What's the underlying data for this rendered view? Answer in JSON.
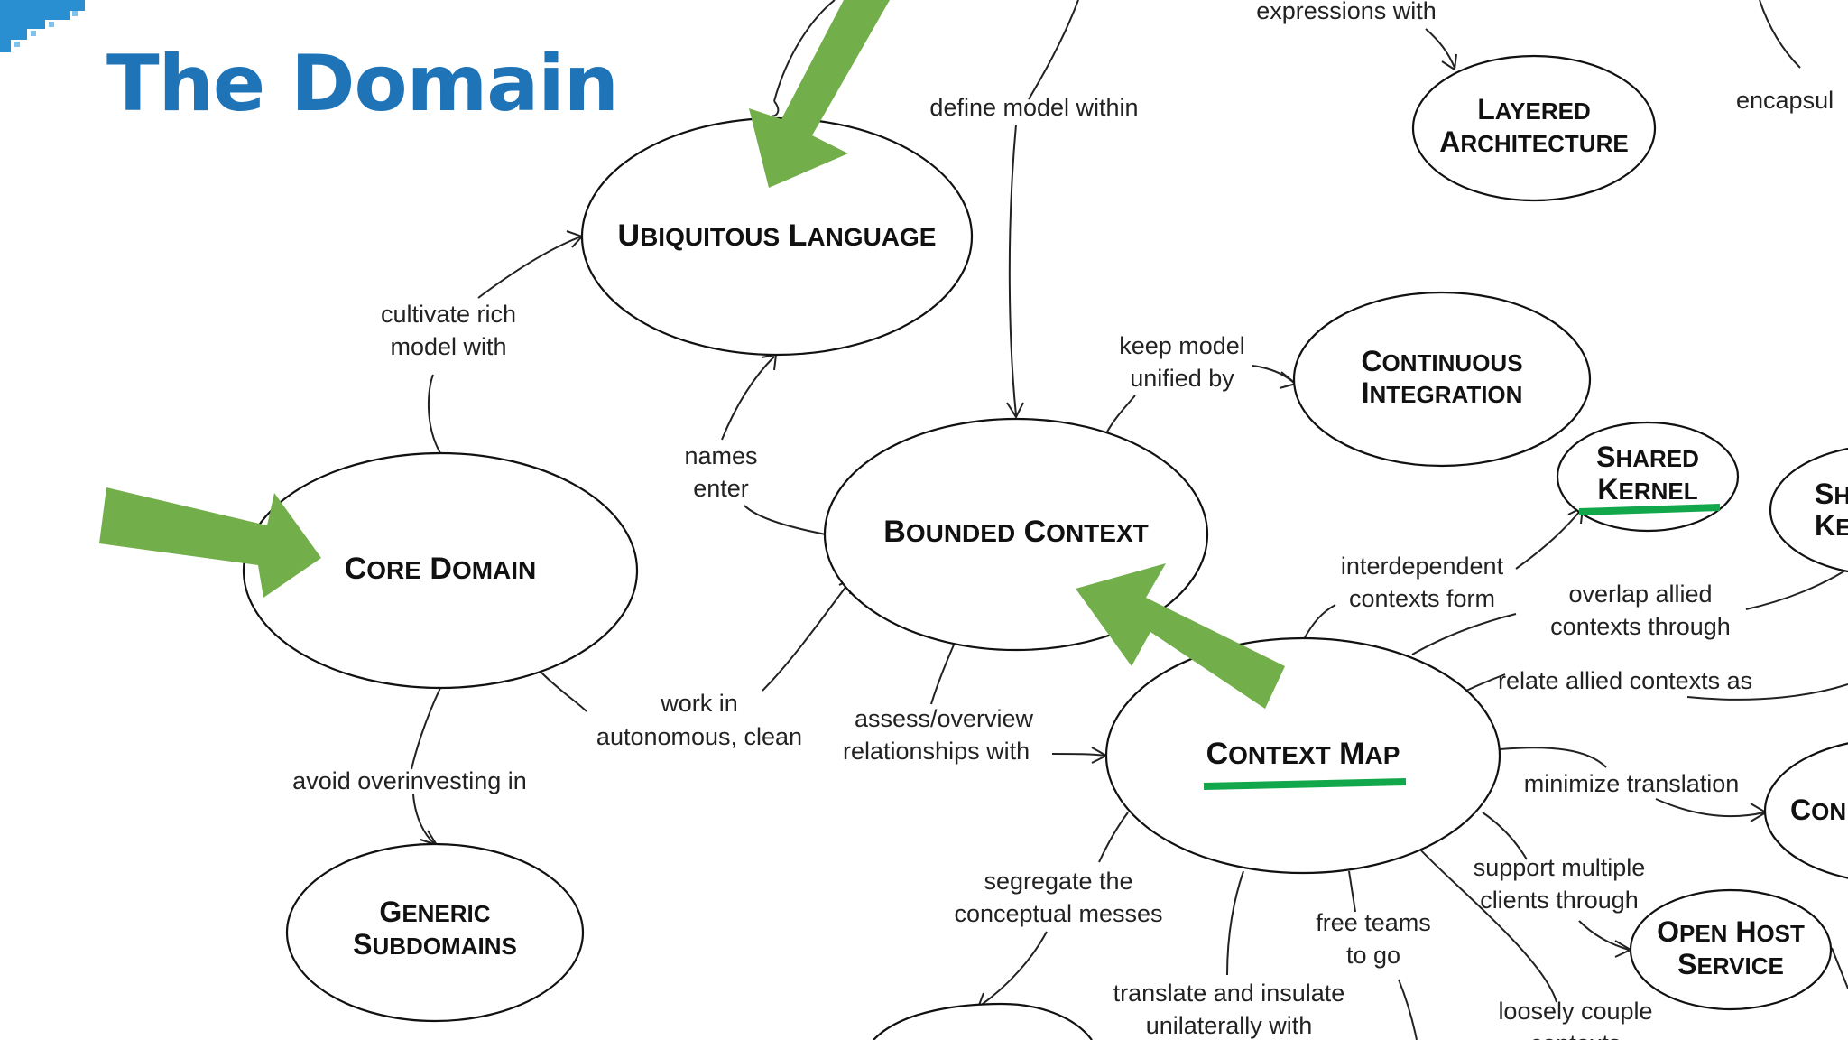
{
  "slide": {
    "title": "The Domain"
  },
  "nodes": {
    "ubiquitous_language": {
      "line1": "Ubiquitous Language"
    },
    "core_domain": {
      "line1": "Core Domain"
    },
    "generic_subdomains": {
      "line1": "Generic",
      "line2": "Subdomains"
    },
    "bounded_context": {
      "line1": "Bounded Context"
    },
    "continuous_integration": {
      "line1": "Continuous",
      "line2": "Integration"
    },
    "layered_architecture": {
      "line1": "Layered",
      "line2": "Architecture"
    },
    "context_map": {
      "line1": "Context Map"
    },
    "shared_kernel": {
      "line1": "Shared",
      "line2": "Kernel"
    },
    "open_host_service": {
      "line1": "Open Host",
      "line2": "Service"
    },
    "partial_shared_kernel": {
      "line1": "Sh",
      "line2": "Ke"
    },
    "partial_conformist": {
      "line1": "Con"
    }
  },
  "edge_labels": {
    "expressions_with": "expressions with",
    "encapsulate": "encapsul",
    "define_model_within": "define model within",
    "cultivate_rich_1": "cultivate rich",
    "cultivate_rich_2": "model with",
    "keep_model_1": "keep model",
    "keep_model_2": "unified by",
    "names_enter_1": "names",
    "names_enter_2": "enter",
    "interdependent_1": "interdependent",
    "interdependent_2": "contexts form",
    "overlap_1": "overlap allied",
    "overlap_2": "contexts through",
    "relate_allied": "relate allied contexts as",
    "work_in_1": "work in",
    "work_in_2": "autonomous, clean",
    "assess_1": "assess/overview",
    "assess_2": "relationships with",
    "avoid_overinvesting": "avoid overinvesting in",
    "minimize_translation": "minimize translation",
    "support_multiple_1": "support multiple",
    "support_multiple_2": "clients through",
    "segregate_1": "segregate the",
    "segregate_2": "conceptual messes",
    "free_teams_1": "free teams",
    "free_teams_2": "to go",
    "translate_1": "translate and insulate",
    "translate_2": "unilaterally with",
    "loosely_couple_1": "loosely couple",
    "loosely_couple_2": "contexts"
  },
  "colors": {
    "title": "#1F74B8",
    "callout_arrow": "#72AE4A",
    "highlight_underline": "#12A74A",
    "corner_logo": "#2A8FD0"
  },
  "icons": {
    "corner": "pixel-mosaic-logo"
  }
}
